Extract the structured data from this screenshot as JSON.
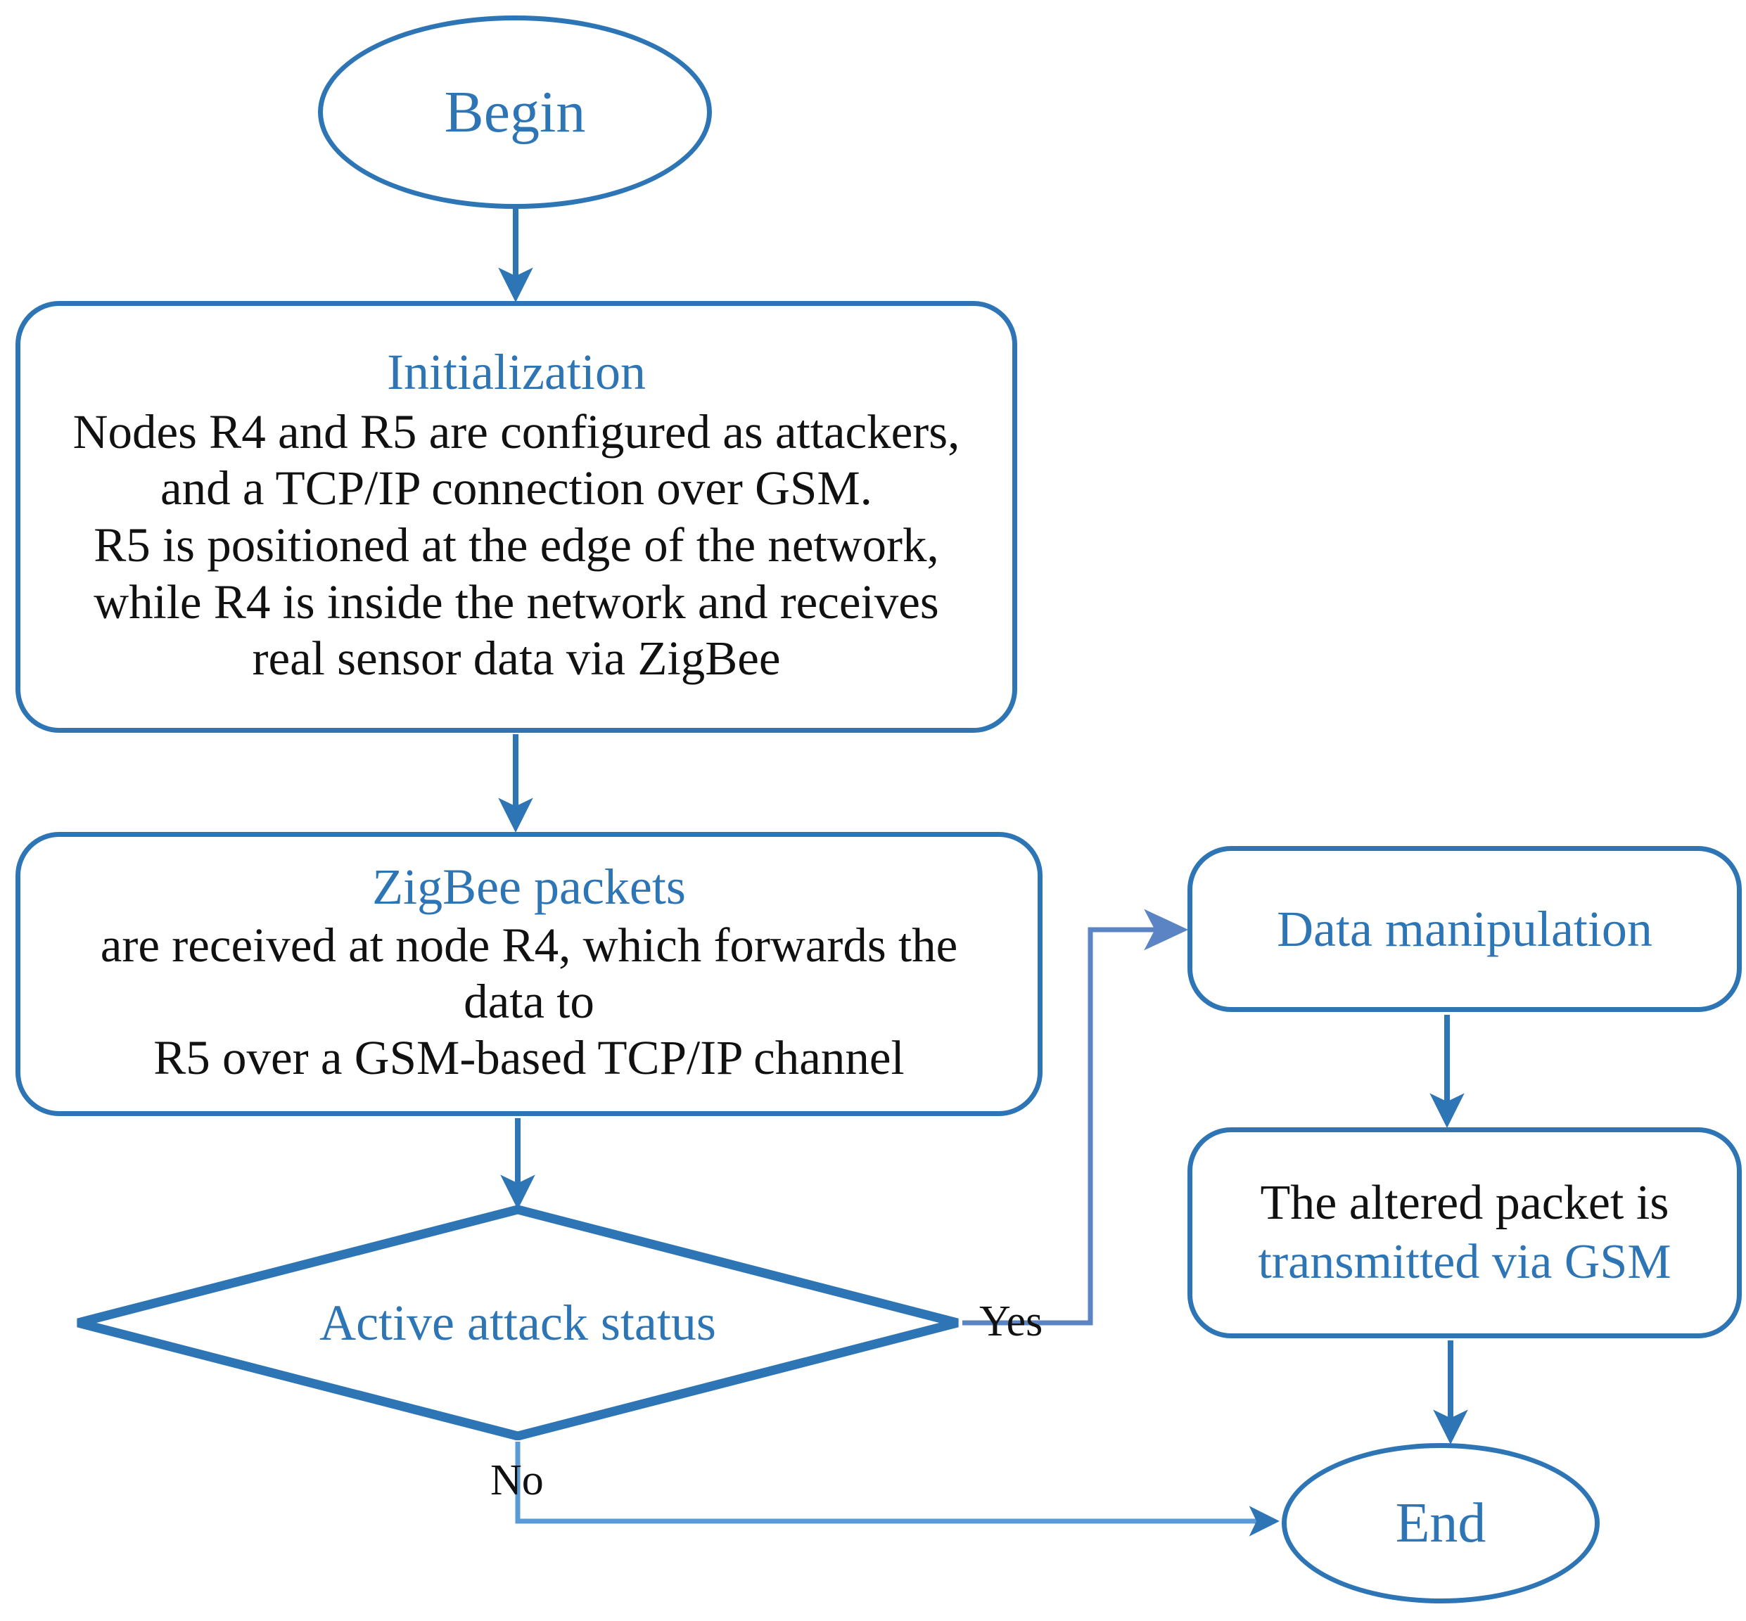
{
  "diagram": {
    "type": "flowchart",
    "orientation": "top-to-bottom",
    "accent_color": "#2E75B6",
    "text_black": "#111111",
    "background": "#ffffff"
  },
  "nodes": {
    "begin": {
      "shape": "ellipse",
      "title": "Begin",
      "title_color": "#2E75B6"
    },
    "initialization": {
      "shape": "rounded-rectangle",
      "title": "Initialization",
      "title_color": "#2E75B6",
      "body_color": "#111111",
      "body_lines": [
        "Nodes R4 and R5 are configured as attackers,",
        "and a TCP/IP connection over GSM.",
        "R5 is positioned at the edge of the network,",
        "while R4 is inside the network and receives",
        "real sensor data via ZigBee"
      ]
    },
    "zigbee_packets": {
      "shape": "rounded-rectangle",
      "title": "ZigBee packets",
      "title_color": "#2E75B6",
      "body_color": "#111111",
      "body_lines": [
        "are received at node R4, which forwards the",
        "data to",
        "R5 over a GSM-based TCP/IP channel"
      ]
    },
    "decision": {
      "shape": "diamond",
      "label": "Active attack status",
      "label_color": "#2E75B6"
    },
    "data_manipulation": {
      "shape": "rounded-rectangle",
      "title": "Data manipulation",
      "title_color": "#2E75B6"
    },
    "altered_packet": {
      "shape": "rounded-rectangle",
      "line1": "The altered packet is",
      "line1_color": "#111111",
      "line2": "transmitted via GSM",
      "line2_color": "#2E75B6"
    },
    "end": {
      "shape": "ellipse",
      "title": "End",
      "title_color": "#2E75B6"
    }
  },
  "edges": [
    {
      "id": "begin-to-init",
      "from": "begin",
      "to": "initialization",
      "label": ""
    },
    {
      "id": "init-to-zigbee",
      "from": "initialization",
      "to": "zigbee_packets",
      "label": ""
    },
    {
      "id": "zigbee-to-decision",
      "from": "zigbee_packets",
      "to": "decision",
      "label": ""
    },
    {
      "id": "decision-yes",
      "from": "decision",
      "to": "data_manipulation",
      "label": "Yes"
    },
    {
      "id": "decision-no",
      "from": "decision",
      "to": "end",
      "label": "No"
    },
    {
      "id": "manip-to-altered",
      "from": "data_manipulation",
      "to": "altered_packet",
      "label": ""
    },
    {
      "id": "altered-to-end",
      "from": "altered_packet",
      "to": "end",
      "label": ""
    }
  ],
  "edge_labels": {
    "yes": "Yes",
    "no": "No"
  }
}
